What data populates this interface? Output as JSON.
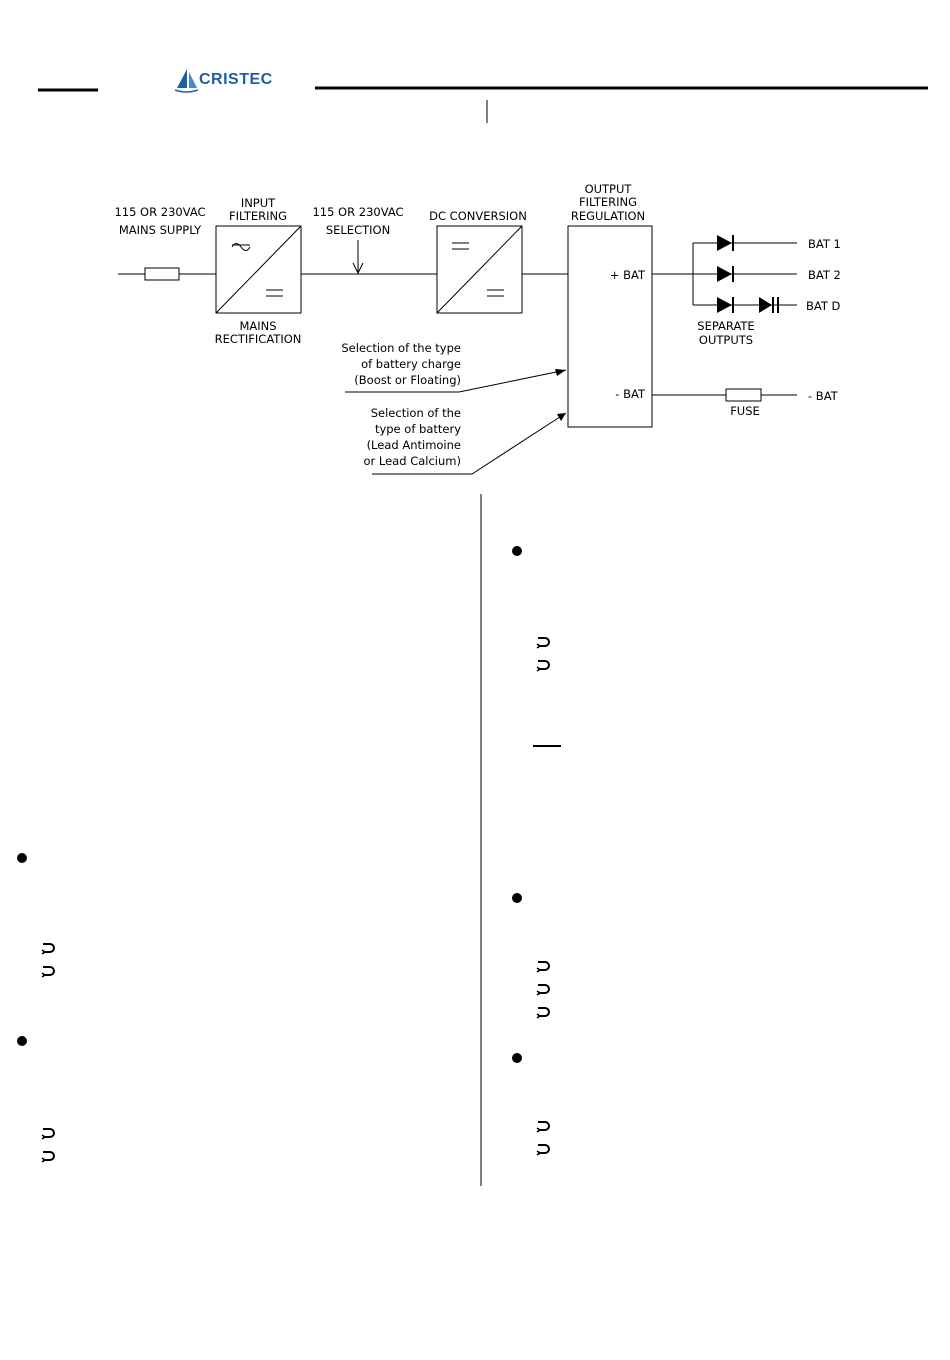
{
  "header": {
    "logo_text": "CRISTEC"
  },
  "diagram": {
    "mains_supply": [
      "115 OR 230VAC",
      "MAINS SUPPLY"
    ],
    "input_filtering": [
      "INPUT",
      "FILTERING"
    ],
    "mains_rectification": [
      "MAINS",
      "RECTIFICATION"
    ],
    "voltage_selection": [
      "115 OR 230VAC",
      "SELECTION"
    ],
    "dc_conversion": "DC CONVERSION",
    "output_block": [
      "OUTPUT",
      "FILTERING",
      "REGULATION"
    ],
    "plus_bat": "+ BAT",
    "minus_bat": "- BAT",
    "outputs": [
      "BAT 1",
      "BAT 2",
      "BAT D"
    ],
    "separate_outputs": [
      "SEPARATE",
      "OUTPUTS"
    ],
    "fuse": "FUSE",
    "minus_bat_out": "- BAT",
    "charge_selection": [
      "Selection of the type",
      "of battery charge",
      "(Boost or Floating)"
    ],
    "battery_selection": [
      "Selection of the",
      "type of battery",
      "(Lead Antimoine",
      "or Lead Calcium)"
    ]
  }
}
